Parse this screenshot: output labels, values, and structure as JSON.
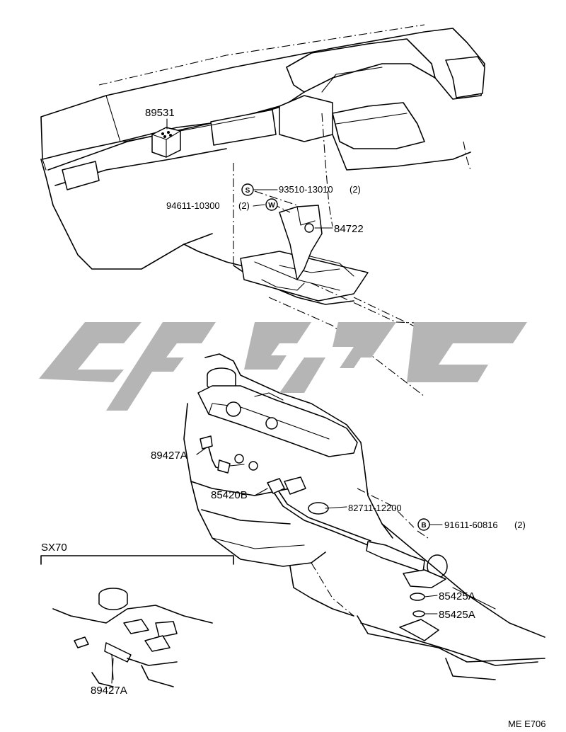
{
  "parts": {
    "p89531": "89531",
    "p93510": "93510-13010",
    "p93510_qty": "(2)",
    "p94611": "94611-10300",
    "p94611_qty": "(2)",
    "p84722": "84722",
    "p89427a_main": "89427A",
    "p85420b": "85420B",
    "p82711": "82711-12200",
    "p91611": "91611-60816",
    "p91611_qty": "(2)",
    "p85425a_1": "85425A",
    "p85425a_2": "85425A",
    "p89427a_sx70": "89427A"
  },
  "symbols": {
    "s": "S",
    "w": "W",
    "b": "B"
  },
  "inset": {
    "label": "SX70"
  },
  "footer": {
    "code": "ME E706"
  },
  "watermark": {
    "color": "#b5b5b5"
  }
}
